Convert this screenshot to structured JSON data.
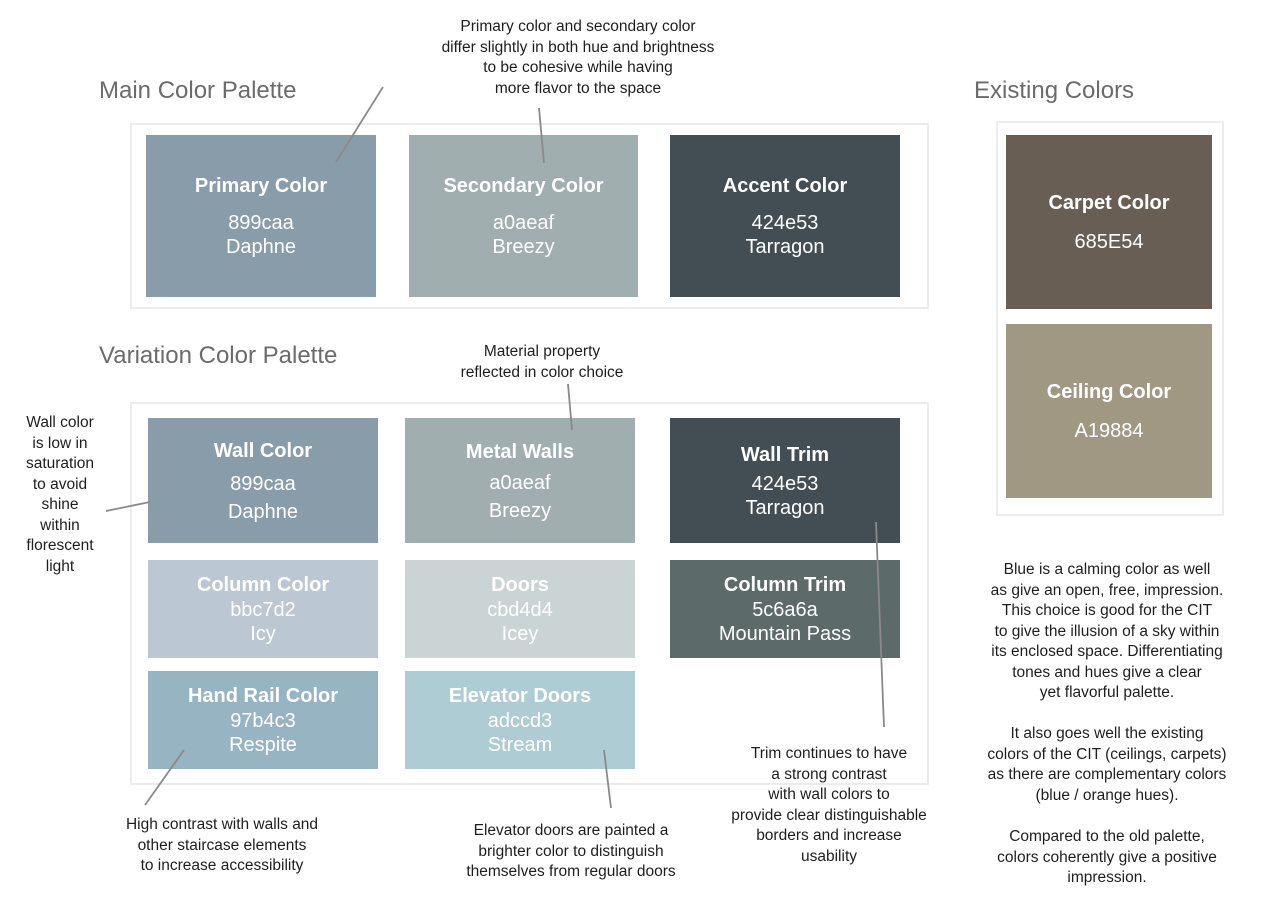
{
  "headings": {
    "main": "Main Color Palette",
    "variation": "Variation Color Palette",
    "existing": "Existing Colors"
  },
  "main_palette": [
    {
      "title": "Primary Color",
      "code": "899caa",
      "name": "Daphne",
      "color": "#899caa"
    },
    {
      "title": "Secondary Color",
      "code": "a0aeaf",
      "name": "Breezy",
      "color": "#a0aeaf"
    },
    {
      "title": "Accent Color",
      "code": "424e53",
      "name": "Tarragon",
      "color": "#424e53"
    }
  ],
  "variation_palette": [
    {
      "title": "Wall Color",
      "code": "899caa",
      "name": "Daphne",
      "color": "#899caa"
    },
    {
      "title": "Metal Walls",
      "code": "a0aeaf",
      "name": "Breezy",
      "color": "#a0aeaf"
    },
    {
      "title": "Wall Trim",
      "code": "424e53",
      "name": "Tarragon",
      "color": "#424e53"
    },
    {
      "title": "Column Color",
      "code": "bbc7d2",
      "name": "Icy",
      "color": "#bbc7d2"
    },
    {
      "title": "Doors",
      "code": "cbd4d4",
      "name": "Icey",
      "color": "#cbd4d4"
    },
    {
      "title": "Column Trim",
      "code": "5c6a6a",
      "name": "Mountain Pass",
      "color": "#5c6a6a"
    },
    {
      "title": "Hand Rail Color",
      "code": "97b4c3",
      "name": "Respite",
      "color": "#97b4c3"
    },
    {
      "title": "Elevator Doors",
      "code": "adccd3",
      "name": "Stream",
      "color": "#adccd3"
    }
  ],
  "existing_colors": [
    {
      "title": "Carpet Color",
      "code": "685E54",
      "color": "#685e54"
    },
    {
      "title": "Ceiling Color",
      "code": "A19884",
      "color": "#a19884"
    }
  ],
  "notes": {
    "primary_secondary": [
      "Primary color and secondary color",
      "differ slightly in both hue and brightness",
      "to be cohesive while having",
      "more flavor to the space"
    ],
    "material": [
      "Material property",
      "reflected in color choice"
    ],
    "wall": [
      "Wall color",
      "is low in",
      "saturation",
      "to avoid",
      "shine",
      "within",
      "florescent",
      "light"
    ],
    "handrail": [
      "High contrast with walls and",
      "other staircase elements",
      "to increase accessibility"
    ],
    "elevator": [
      "Elevator doors are painted a",
      "brighter color to distinguish",
      "themselves from regular doors"
    ],
    "trim": [
      "Trim continues to have",
      "a strong contrast",
      "with wall colors to",
      "provide clear distinguishable",
      "borders and increase",
      "usability"
    ],
    "blue": [
      "Blue is a calming color as well",
      "as give an open, free, impression.",
      "This choice is good for the CIT",
      "to give the illusion of a sky within",
      "its enclosed space. Differentiating",
      "tones and hues give a clear",
      "yet flavorful palette."
    ],
    "existing": [
      "It also goes well the existing",
      "colors of the CIT (ceilings, carpets)",
      "as there are complementary colors",
      "(blue / orange hues)."
    ],
    "compare": [
      "Compared to the old palette,",
      "colors coherently give a positive",
      "impression."
    ]
  }
}
